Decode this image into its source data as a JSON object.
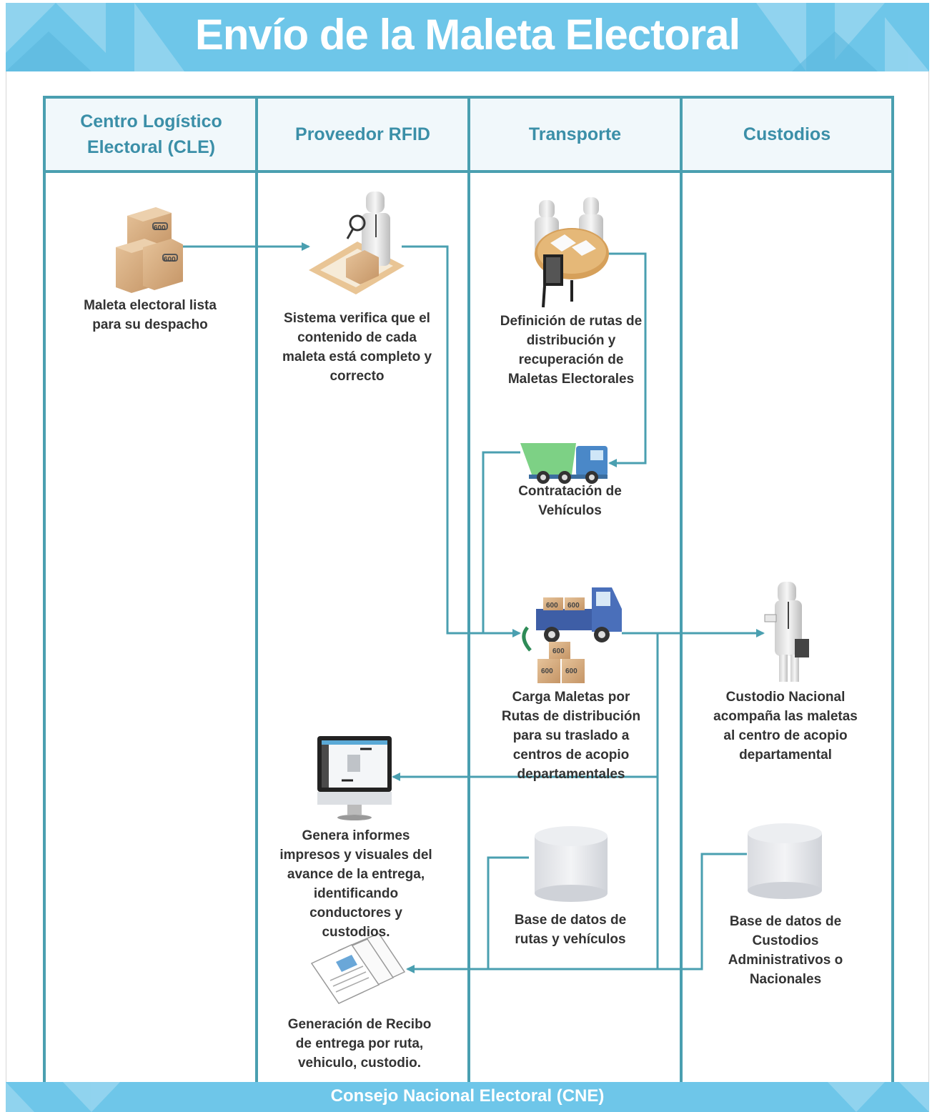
{
  "title": "Envío de la Maleta Electoral",
  "footer": "Consejo Nacional Electoral (CNE)",
  "lanes": [
    {
      "title": "Centro Logístico Electoral (CLE)"
    },
    {
      "title": "Proveedor RFID"
    },
    {
      "title": "Transporte"
    },
    {
      "title": "Custodios"
    }
  ],
  "steps": {
    "maleta": "Maleta electoral lista para su despacho",
    "verifica": "Sistema verifica que el contenido de cada maleta está completo y correcto",
    "rutas": "Definición de rutas de distribución y recuperación de Maletas Electorales",
    "contratacion": "Contratación de Vehículos",
    "carga": "Carga Maletas por Rutas de distribución para su traslado a centros de acopio departamentales",
    "custodio": "Custodio Nacional acompaña las maletas al centro de acopio departamental",
    "informes": "Genera informes impresos y visuales del avance de la entrega, identificando conductores y custodios.",
    "bd_rutas": "Base de datos de rutas y vehículos",
    "bd_custodios": "Base de datos de Custodios Administrativos o Nacionales",
    "recibo": "Generación de Recibo de entrega por ruta, vehiculo, custodio."
  },
  "box_marking": "600",
  "colors": {
    "banner": "#6ec6e9",
    "lane_border": "#4a9fb0",
    "header_text": "#3b8fa8",
    "connector": "#4a9fb0"
  }
}
